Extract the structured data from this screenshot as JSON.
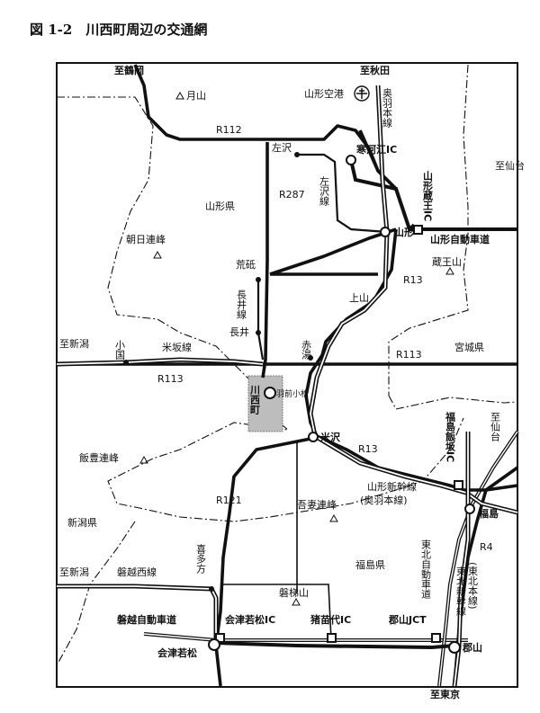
{
  "title": "図 1-2　川西町周辺の交通網",
  "colors": {
    "ink": "#111111",
    "paper": "#ffffff",
    "town_fill": "#bdbdbd"
  },
  "labels": {
    "to_tsuruoka": "至鶴岡",
    "to_akita": "至秋田",
    "gassan": "月山",
    "yamagata_airport": "山形空港",
    "ou_line": "奥羽本線",
    "r112": "R112",
    "sagae_ic": "寒河江IC",
    "sagae": "左沢",
    "r287": "R287",
    "sagae_line": "左沢線",
    "yamagata_pref": "山形県",
    "asahi_range": "朝日連峰",
    "yamagata_zao_ic": "山形蔵王IC",
    "to_sendai_1": "至仙台",
    "yamagata": "山形",
    "yamagata_expwy": "山形自動車道",
    "zao_san": "蔵王山",
    "araito": "荒砥",
    "nagai_line": "長井線",
    "r13_upper": "R13",
    "kaminoyama": "上山",
    "nagai": "長井",
    "oguni": "小国",
    "akayu": "赤湯",
    "to_niigata_1": "至新潟",
    "yonesaka_line": "米坂線",
    "miyagi_pref": "宮城県",
    "r113_right": "R113",
    "r113_left": "R113",
    "kawanishi_town": "川西町",
    "hagi_station": "羽前小松",
    "yonezawa": "米沢",
    "iide_range": "飯豊連峰",
    "r13_lower": "R13",
    "fukushima_iizaka_ic": "福島飯坂IC",
    "to_sendai_2": "至仙台",
    "shinkansen": "山形新幹線",
    "shinkansen_sub": "(奥羽本線)",
    "r121": "R121",
    "azuma_range": "吾妻連峰",
    "fukushima": "福島",
    "niigata_pref": "新潟県",
    "tohoku_expwy": "東北自動車道",
    "r4": "R4",
    "kitakata": "喜多方",
    "fukushima_pref": "福島県",
    "tohoku_main_line": "(東北本線)",
    "tohoku_shinkansen": "東北新幹線",
    "to_niigata_2": "至新潟",
    "banetsu_west_line": "磐越西線",
    "bandai_san": "磐梯山",
    "banetsu_expwy": "磐越自動車道",
    "aizu_wakamatsu_ic": "会津若松IC",
    "inawashiro_ic": "猪苗代IC",
    "koriyama_jct": "郡山JCT",
    "aizu_wakamatsu": "会津若松",
    "koriyama": "郡山",
    "to_tokyo": "至東京"
  }
}
